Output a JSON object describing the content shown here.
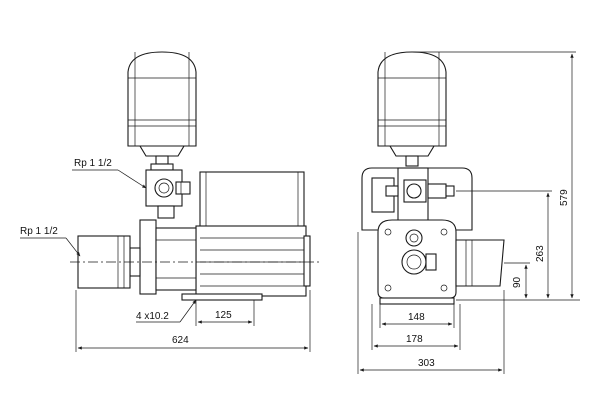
{
  "drawing": {
    "callouts": {
      "tank_inlet": "Rp 1 1/2",
      "pump_inlet": "Rp 1 1/2",
      "foot_holes": "4 x10.2"
    },
    "dimensions": {
      "overall_length": "624",
      "foot_spacing_length": "125",
      "foot_spacing_width": "148",
      "base_width": "178",
      "overall_width": "303",
      "inlet_height": "90",
      "outlet_height": "263",
      "overall_height": "579"
    }
  }
}
